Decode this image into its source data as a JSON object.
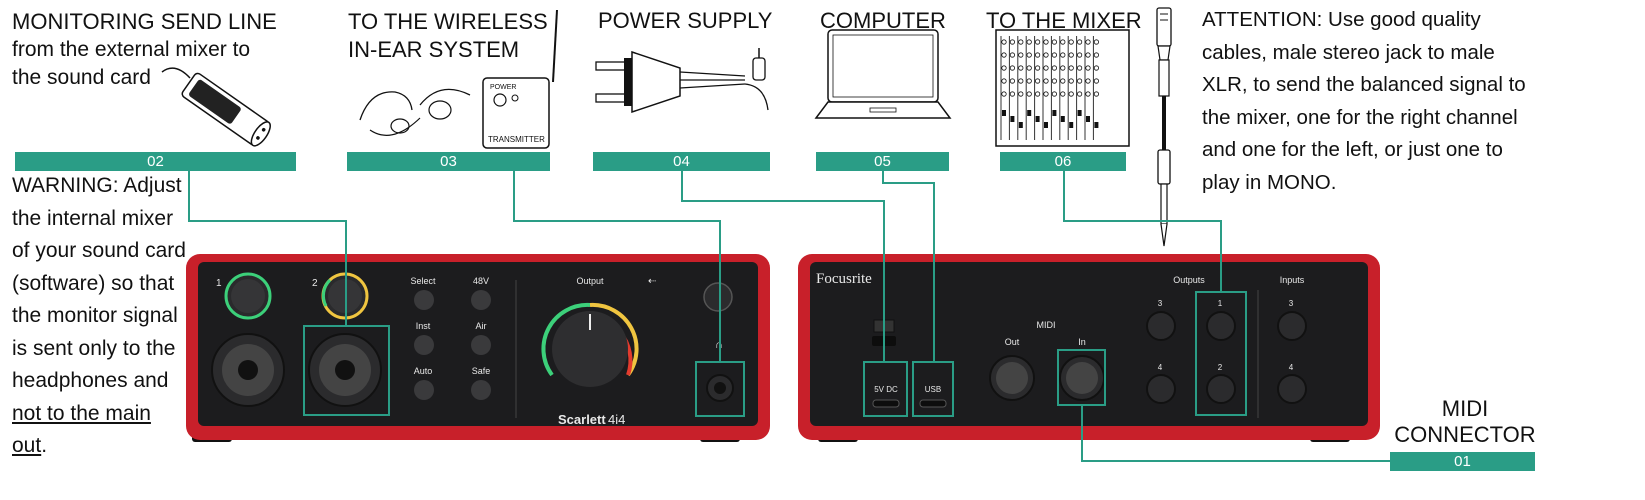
{
  "headings": {
    "monitoring": [
      "MONITORING SEND LINE",
      "from the external mixer to",
      "the sound card"
    ],
    "wireless": [
      "TO THE WIRELESS",
      "IN-EAR SYSTEM"
    ],
    "power": "POWER SUPPLY",
    "computer": "COMPUTER",
    "mixer": "TO THE MIXER",
    "midi": [
      "MIDI",
      "CONNECTOR"
    ]
  },
  "attention": [
    "ATTENTION: Use good quality",
    "cables, male stereo jack to male",
    "XLR, to send the balanced signal to",
    "the mixer, one for the right channel",
    "and one for the left, or just one to",
    "play in MONO."
  ],
  "warning": {
    "lines": [
      "WARNING: Adjust",
      "the internal mixer",
      "of your sound card",
      "(software) so that",
      "the monitor signal",
      "is sent only to the",
      "headphones and"
    ],
    "underlined": [
      "not to the main",
      "out"
    ],
    "trailing": "."
  },
  "badges": {
    "b01": "01",
    "b02": "02",
    "b03": "03",
    "b04": "04",
    "b05": "05",
    "b06": "06"
  },
  "transmitter": {
    "power": "POWER",
    "label": "TRANSMITTER"
  },
  "front_panel": {
    "input1": "1",
    "input2": "2",
    "select": "Select",
    "phantom": "48V",
    "inst": "Inst",
    "air": "Air",
    "auto": "Auto",
    "safe": "Safe",
    "output": "Output",
    "model": "Scarlett",
    "model_suffix": "4i4"
  },
  "rear_panel": {
    "brand": "Focusrite",
    "midi": "MIDI",
    "midi_out": "Out",
    "midi_in": "In",
    "dc": "5V DC",
    "usb": "USB",
    "outputs": "Outputs",
    "inputs": "Inputs",
    "out3": "3",
    "out4": "4",
    "out1": "1",
    "out2": "2",
    "in3": "3",
    "in4": "4"
  },
  "colors": {
    "accent": "#2a9d86",
    "chassis": "#c8202a",
    "panel": "#1c1c1e"
  }
}
